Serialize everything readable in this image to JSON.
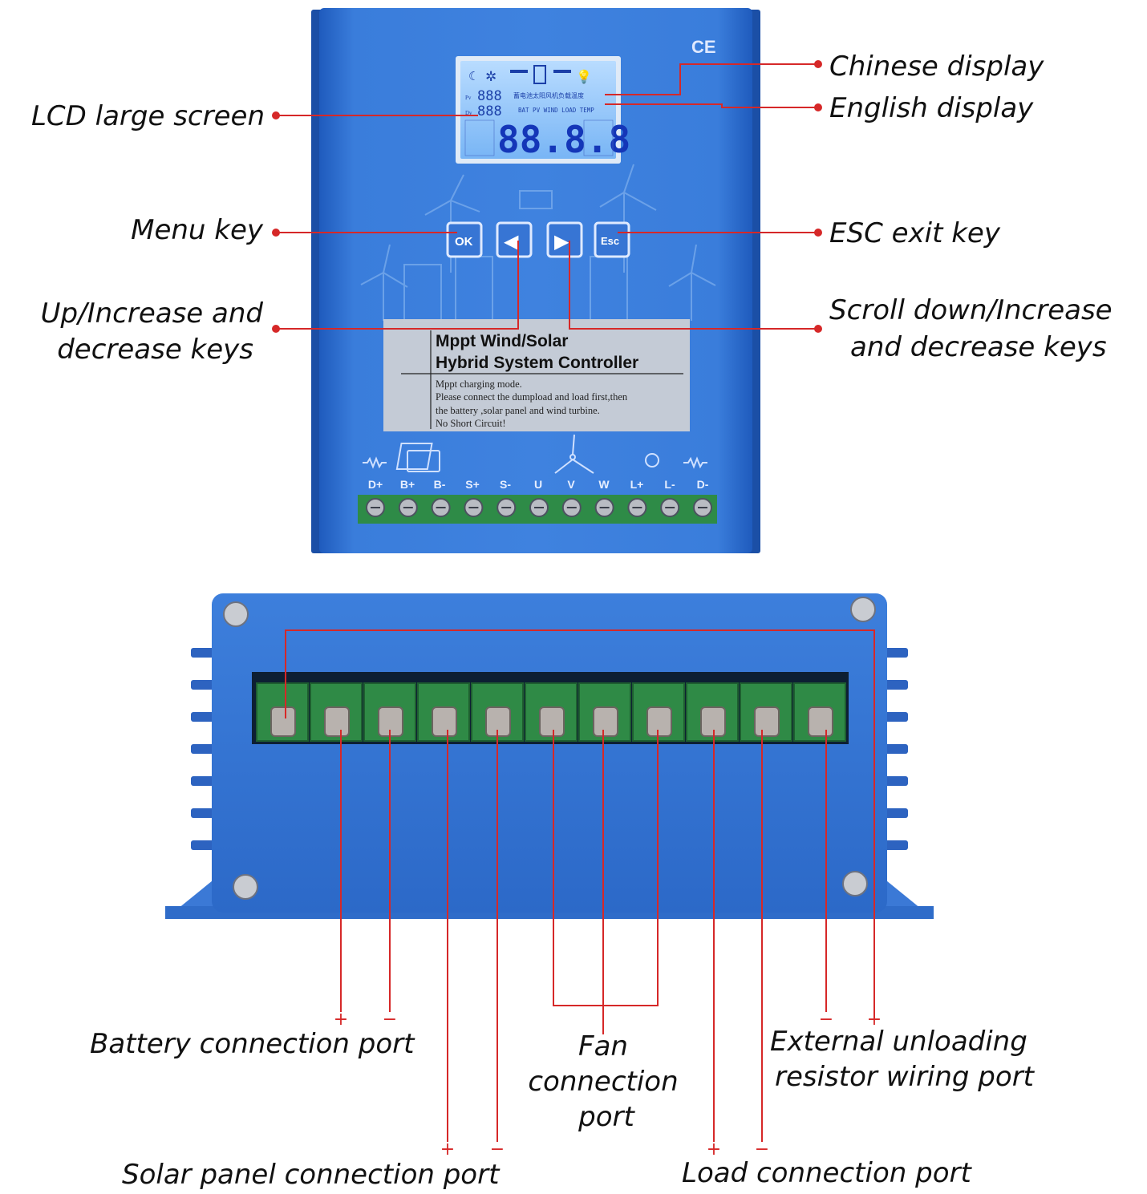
{
  "controller_front": {
    "ce_mark": "CE",
    "lcd": {
      "row1": "888",
      "row2": "888",
      "main_digits": "88.8.8",
      "chinese_row": "蓄电池太阳风机负载温度",
      "english_row": "BAT PV WIND LOAD TEMP"
    },
    "keys": [
      {
        "label": "OK",
        "name": "menu-key"
      },
      {
        "label": "◀",
        "name": "up-key"
      },
      {
        "label": "▶",
        "name": "down-key"
      },
      {
        "label": "Esc",
        "name": "esc-key"
      }
    ],
    "sticker": {
      "title_line1": "Mppt Wind/Solar",
      "title_line2": "Hybrid System Controller",
      "body_line1": "Mppt charging mode.",
      "body_line2": "Please connect the dumpload and load first,then",
      "body_line3": "the battery ,solar panel and wind turbine.",
      "body_line4": "No Short Circuit!"
    },
    "terminal_labels": [
      "D+",
      "B+",
      "B-",
      "S+",
      "S-",
      "U",
      "V",
      "W",
      "L+",
      "L-",
      "D-"
    ]
  },
  "callouts": {
    "chinese_display": "Chinese display",
    "english_display": "English display",
    "lcd_large_screen": "LCD large screen",
    "menu_key": "Menu key",
    "esc_exit_key": "ESC exit key",
    "up_line1": "Up/Increase and",
    "up_line2": "decrease keys",
    "scroll_line1": "Scroll down/Increase",
    "scroll_line2": "and decrease keys",
    "battery_port": "Battery connection port",
    "fan_line1": "Fan",
    "fan_line2": "connection",
    "fan_line3": "port",
    "external_line1": "External unloading",
    "external_line2": "resistor wiring port",
    "solar_port": "Solar panel connection port",
    "load_port": "Load connection port"
  },
  "polarity": {
    "battery_plus": "+",
    "battery_minus": "−",
    "solar_plus": "+",
    "solar_minus": "−",
    "load_plus": "+",
    "load_minus": "−",
    "external_minus": "−",
    "external_plus": "+"
  },
  "colors": {
    "case_blue": "#2f6fd0",
    "case_dark": "#1d4fa8",
    "callout_red": "#d62828",
    "terminal_green": "#2e8b47",
    "lcd_blue": "#8fc7ff"
  }
}
